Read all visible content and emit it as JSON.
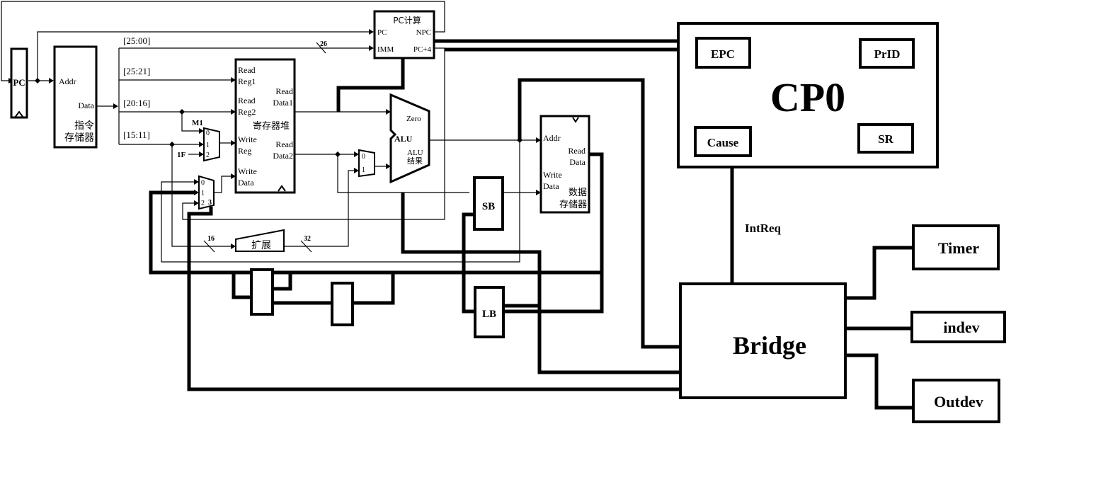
{
  "pc": {
    "label": "PC"
  },
  "imem": {
    "addr": "Addr",
    "data": "Data",
    "title_line1": "指令",
    "title_line2": "存储器"
  },
  "fields": {
    "f25_00": "[25:00]",
    "f25_21": "[25:21]",
    "f20_16": "[20:16]",
    "f15_11": "[15:11]"
  },
  "pccalc": {
    "title": "PC计算",
    "pc": "PC",
    "imm": "IMM",
    "npc": "NPC",
    "pc4": "PC+4",
    "bus_width": "26"
  },
  "regfile": {
    "rr1_a": "Read",
    "rr1_b": "Reg1",
    "rr2_a": "Read",
    "rr2_b": "Reg2",
    "wr_a": "Write",
    "wr_b": "Reg",
    "wd_a": "Write",
    "wd_b": "Data",
    "rd1_a": "Read",
    "rd1_b": "Data1",
    "rd2_a": "Read",
    "rd2_b": "Data2",
    "title": "寄存器堆"
  },
  "mux_m1": {
    "name": "M1",
    "in0": "0",
    "in1": "1",
    "in2": "2",
    "const_in": "1F"
  },
  "mux_wd": {
    "in0": "0",
    "in1": "1",
    "in2": "2",
    "in3": "3"
  },
  "mux_alu": {
    "in0": "0",
    "in1": "1"
  },
  "alu": {
    "zero": "Zero",
    "name": "ALU",
    "result_a": "ALU",
    "result_b": "结果"
  },
  "ext": {
    "label": "扩展",
    "in_width": "16",
    "out_width": "32"
  },
  "dmem": {
    "addr": "Addr",
    "rd_a": "Read",
    "rd_b": "Data",
    "wd_a": "Write",
    "wd_b": "Data",
    "title_line1": "数据",
    "title_line2": "存储器"
  },
  "sb": {
    "label": "SB"
  },
  "lb": {
    "label": "LB"
  },
  "cp0": {
    "title": "CP0",
    "epc": "EPC",
    "prid": "PrID",
    "cause": "Cause",
    "sr": "SR"
  },
  "intreq": {
    "label": "IntReq"
  },
  "bridge": {
    "label": "Bridge"
  },
  "devices": [
    {
      "label": "Timer"
    },
    {
      "label": "indev"
    },
    {
      "label": "Outdev"
    }
  ]
}
